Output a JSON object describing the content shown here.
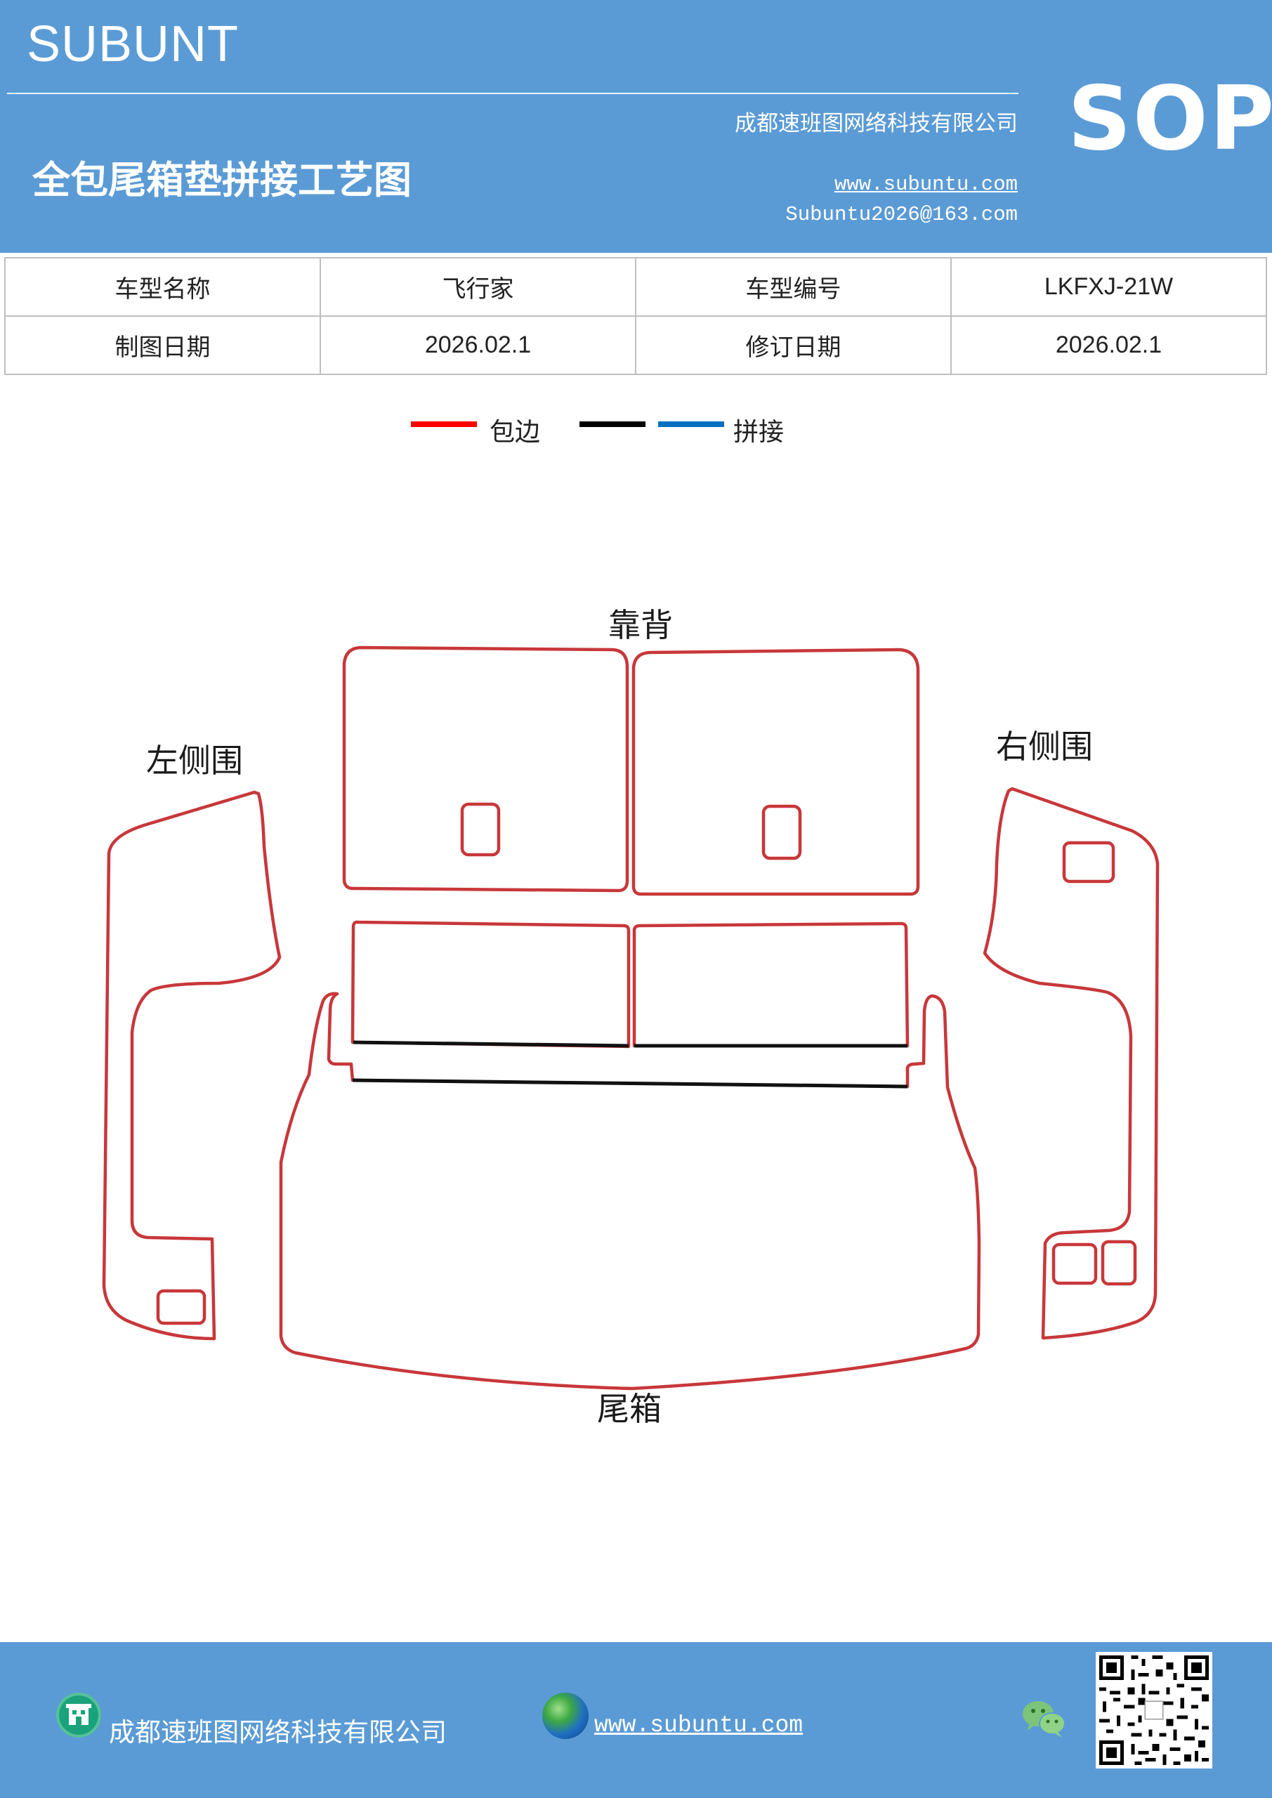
{
  "header": {
    "brand": "SUBUNT",
    "title": "全包尾箱垫拼接工艺图",
    "company": "成都速班图网络科技有限公司",
    "website": "www.subuntu.com",
    "email": "Subuntu2026@163.com",
    "badge": "SOP"
  },
  "info_table": {
    "row1": {
      "label1": "车型名称",
      "value1": "飞行家",
      "label2": "车型编号",
      "value2": "LKFXJ-21W"
    },
    "row2": {
      "label1": "制图日期",
      "value1": "2026.02.1",
      "label2": "修订日期",
      "value2": "2026.02.1"
    }
  },
  "legend": {
    "items": [
      {
        "label": "包边",
        "color": "#ff0000"
      },
      {
        "label": "",
        "color": "#000000"
      },
      {
        "label": "拼接",
        "color": "#0070c0"
      }
    ]
  },
  "diagram": {
    "labels": {
      "back": "靠背",
      "left": "左侧围",
      "right": "右侧围",
      "trunk": "尾箱"
    },
    "edge_color": "#c8373a",
    "seam_color": "#111111"
  },
  "footer": {
    "company": "成都速班图网络科技有限公司",
    "website": "www.subuntu.com",
    "icons": [
      "building-icon",
      "globe-icon",
      "wechat-icon",
      "qr-code"
    ]
  }
}
